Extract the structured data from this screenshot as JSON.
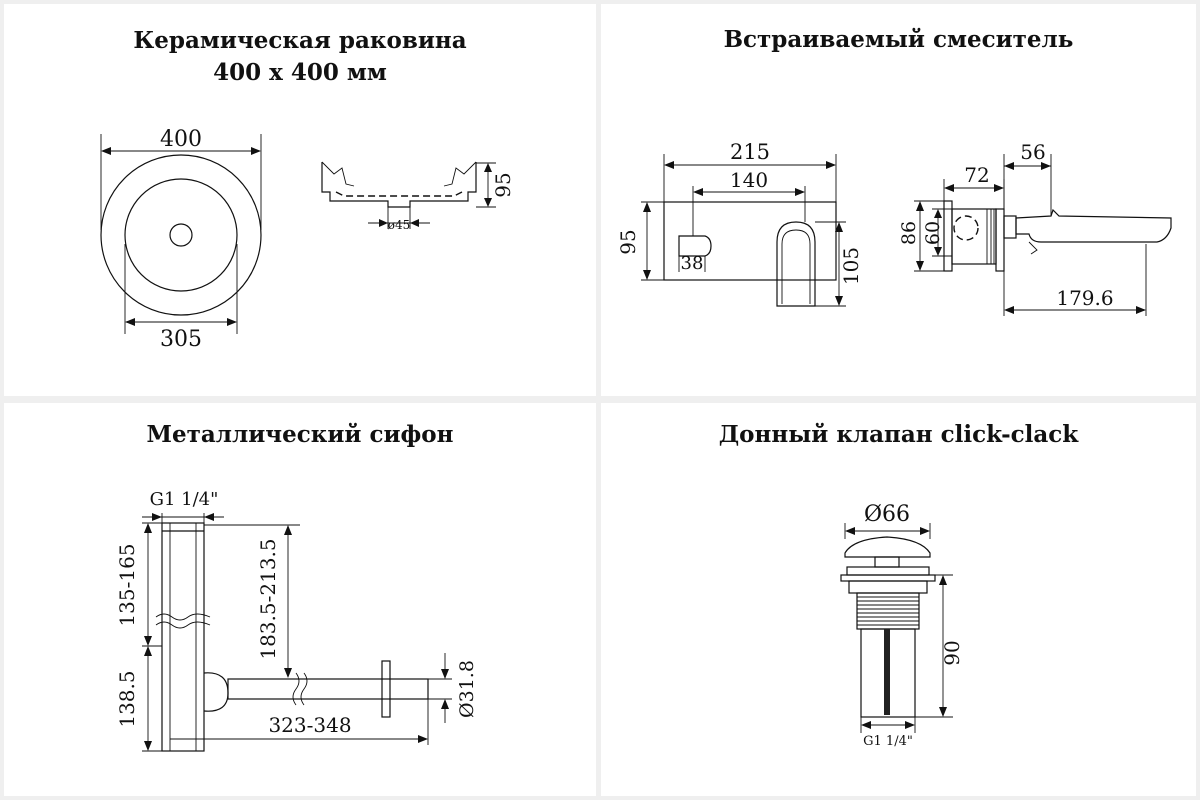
{
  "panels": {
    "sink": {
      "title_line1": "Керамическая раковина",
      "title_line2": "400 х 400 мм",
      "dims": {
        "outer": "400",
        "inner": "305",
        "height": "95",
        "drain": "ø45"
      }
    },
    "mixer": {
      "title": "Встраиваемый смеситель",
      "dims": {
        "width": "215",
        "inner_width": "140",
        "height": "95",
        "right_height": "105",
        "knob": "38",
        "depth_total": "56",
        "depth": "72",
        "h86": "86",
        "h60": "60",
        "spout": "179.6"
      }
    },
    "siphon": {
      "title": "Металлический сифон",
      "dims": {
        "thread": "G1 1/4\"",
        "upper": "135-165",
        "lower": "138.5",
        "vertical": "183.5-213.5",
        "horizontal": "323-348",
        "pipe_dia": "Ø31.8"
      }
    },
    "valve": {
      "title": "Донный клапан click-clack",
      "dims": {
        "cap": "Ø66",
        "height": "90",
        "thread": "G1 1/4\""
      }
    }
  }
}
